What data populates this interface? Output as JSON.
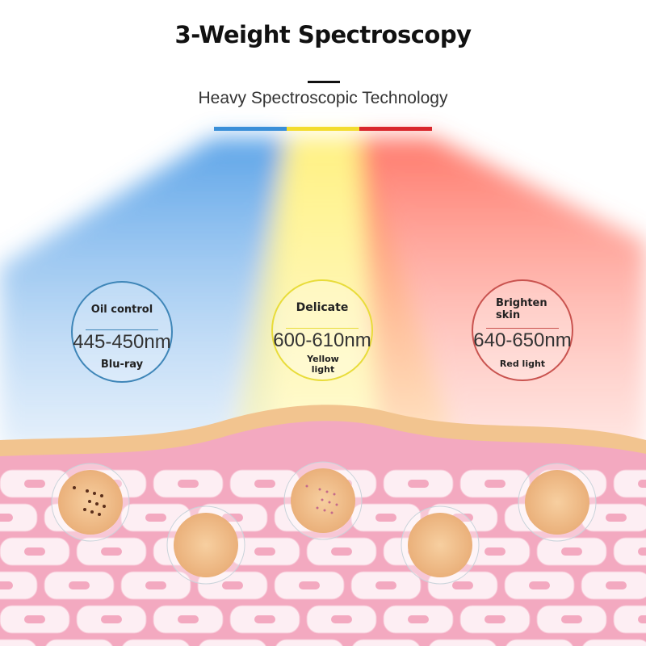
{
  "header": {
    "title": "3-Weight Spectroscopy",
    "subtitle": "Heavy Spectroscopic Technology"
  },
  "colors": {
    "blue": "#3a8fd8",
    "yellow": "#f3dc2e",
    "red": "#d9262b"
  },
  "lights": [
    {
      "effect": "Oil control",
      "wavelength": "445-450nm",
      "name": "Blu-ray",
      "color": "#3f86b8"
    },
    {
      "effect": "Delicate",
      "wavelength": "600-610nm",
      "name": "Yellow light",
      "color": "#e8dc3a"
    },
    {
      "effect": "Brighten skin",
      "wavelength": "640-650nm",
      "name": "Red light",
      "color": "#c9534f"
    }
  ]
}
